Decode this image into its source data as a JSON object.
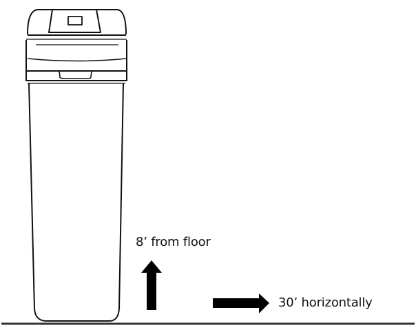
{
  "diagram": {
    "subject": "water softener clearance diagram",
    "colors": {
      "line": "#111111",
      "floor": "#333333",
      "arrow": "#000000",
      "background": "#ffffff"
    },
    "labels": {
      "vertical_clearance": "8’ from floor",
      "horizontal_clearance": "30’ horizontally"
    },
    "icons": {
      "vertical_arrow": "arrow-up-icon",
      "horizontal_arrow": "arrow-right-icon",
      "softener": "water-softener-illustration"
    }
  }
}
